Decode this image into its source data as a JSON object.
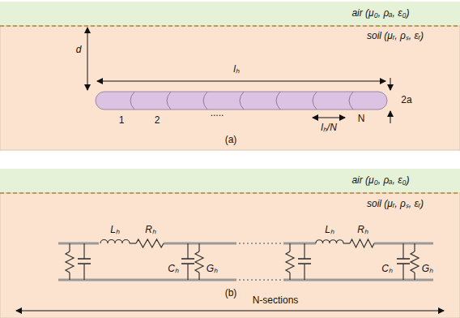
{
  "diagram": {
    "labels": [
      "air (μ₀, ρₐ, ε₀)",
      "soil (μᵣ, ρₛ, εᵣ)",
      "d",
      "lₕ",
      "2a",
      "1",
      "2",
      ".....",
      "lₕ/N",
      "N",
      "(a)",
      "air (μ₀, ρₐ, ε₀)",
      "soil (μᵣ, ρₛ, εᵣ)",
      "Lₕ",
      "Rₕ",
      "Cₕ",
      "Gₕ",
      "Lₕ",
      "Rₕ",
      "Cₕ",
      "Gₕ",
      "(b)",
      "N-sections"
    ]
  }
}
